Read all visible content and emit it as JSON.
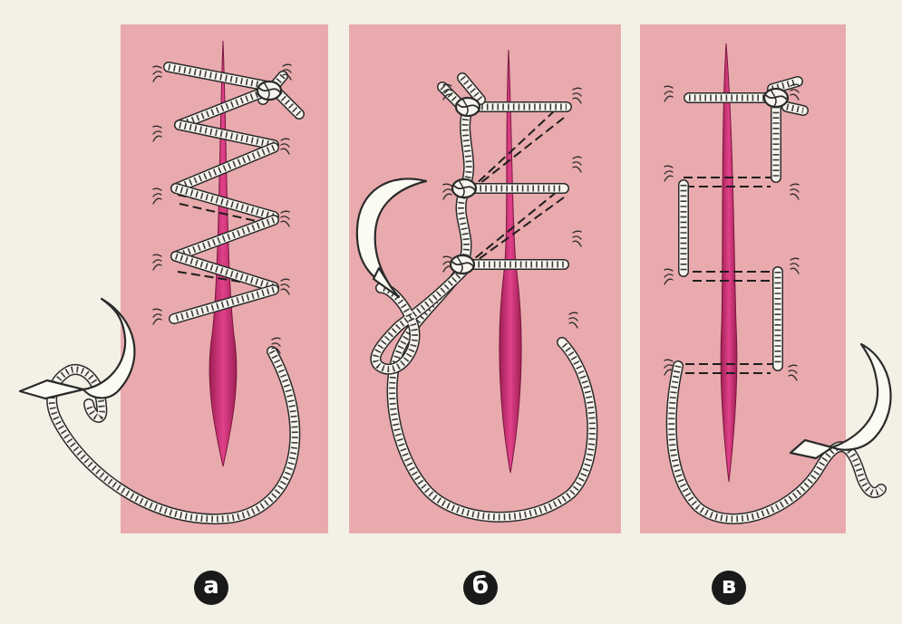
{
  "colors": {
    "background": "#f3f1e6",
    "tissue": "#e9aaad",
    "wound": "#c8326f",
    "thread": "#f7f5ee",
    "needle": "#fbfaf3",
    "outline": "#2a2a2a",
    "badge": "#1a1a1a"
  },
  "panels": [
    {
      "id": "a",
      "label": "а",
      "suture": "continuous-over-and-over"
    },
    {
      "id": "b",
      "label": "б",
      "suture": "locked-continuous"
    },
    {
      "id": "c",
      "label": "в",
      "suture": "continuous-mattress"
    }
  ]
}
